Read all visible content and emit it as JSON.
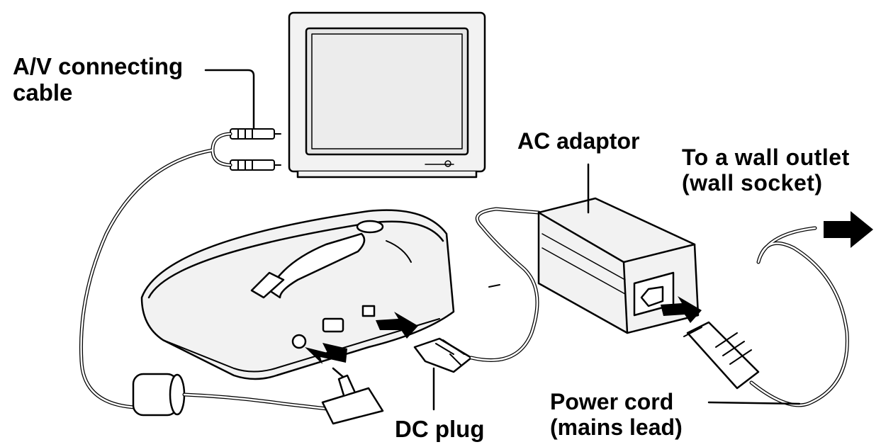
{
  "labels": {
    "av_cable": {
      "line1": "A/V connecting",
      "line2": "cable"
    },
    "ac_adaptor": "AC adaptor",
    "wall_outlet": {
      "line1": "To a wall outlet",
      "line2": "(wall socket)"
    },
    "dc_plug": "DC plug",
    "power_cord": {
      "line1": "Power cord",
      "line2": "(mains lead)"
    }
  },
  "icons": [
    "tv-icon",
    "cradle-icon",
    "ac-adaptor-icon",
    "dc-plug-icon",
    "av-plug-icon",
    "power-plug-icon",
    "arrow-right-icon"
  ],
  "colors": {
    "line": "#000000",
    "fill": "#ffffff",
    "screen": "#e6e6e6",
    "body": "#f2f2f2"
  }
}
